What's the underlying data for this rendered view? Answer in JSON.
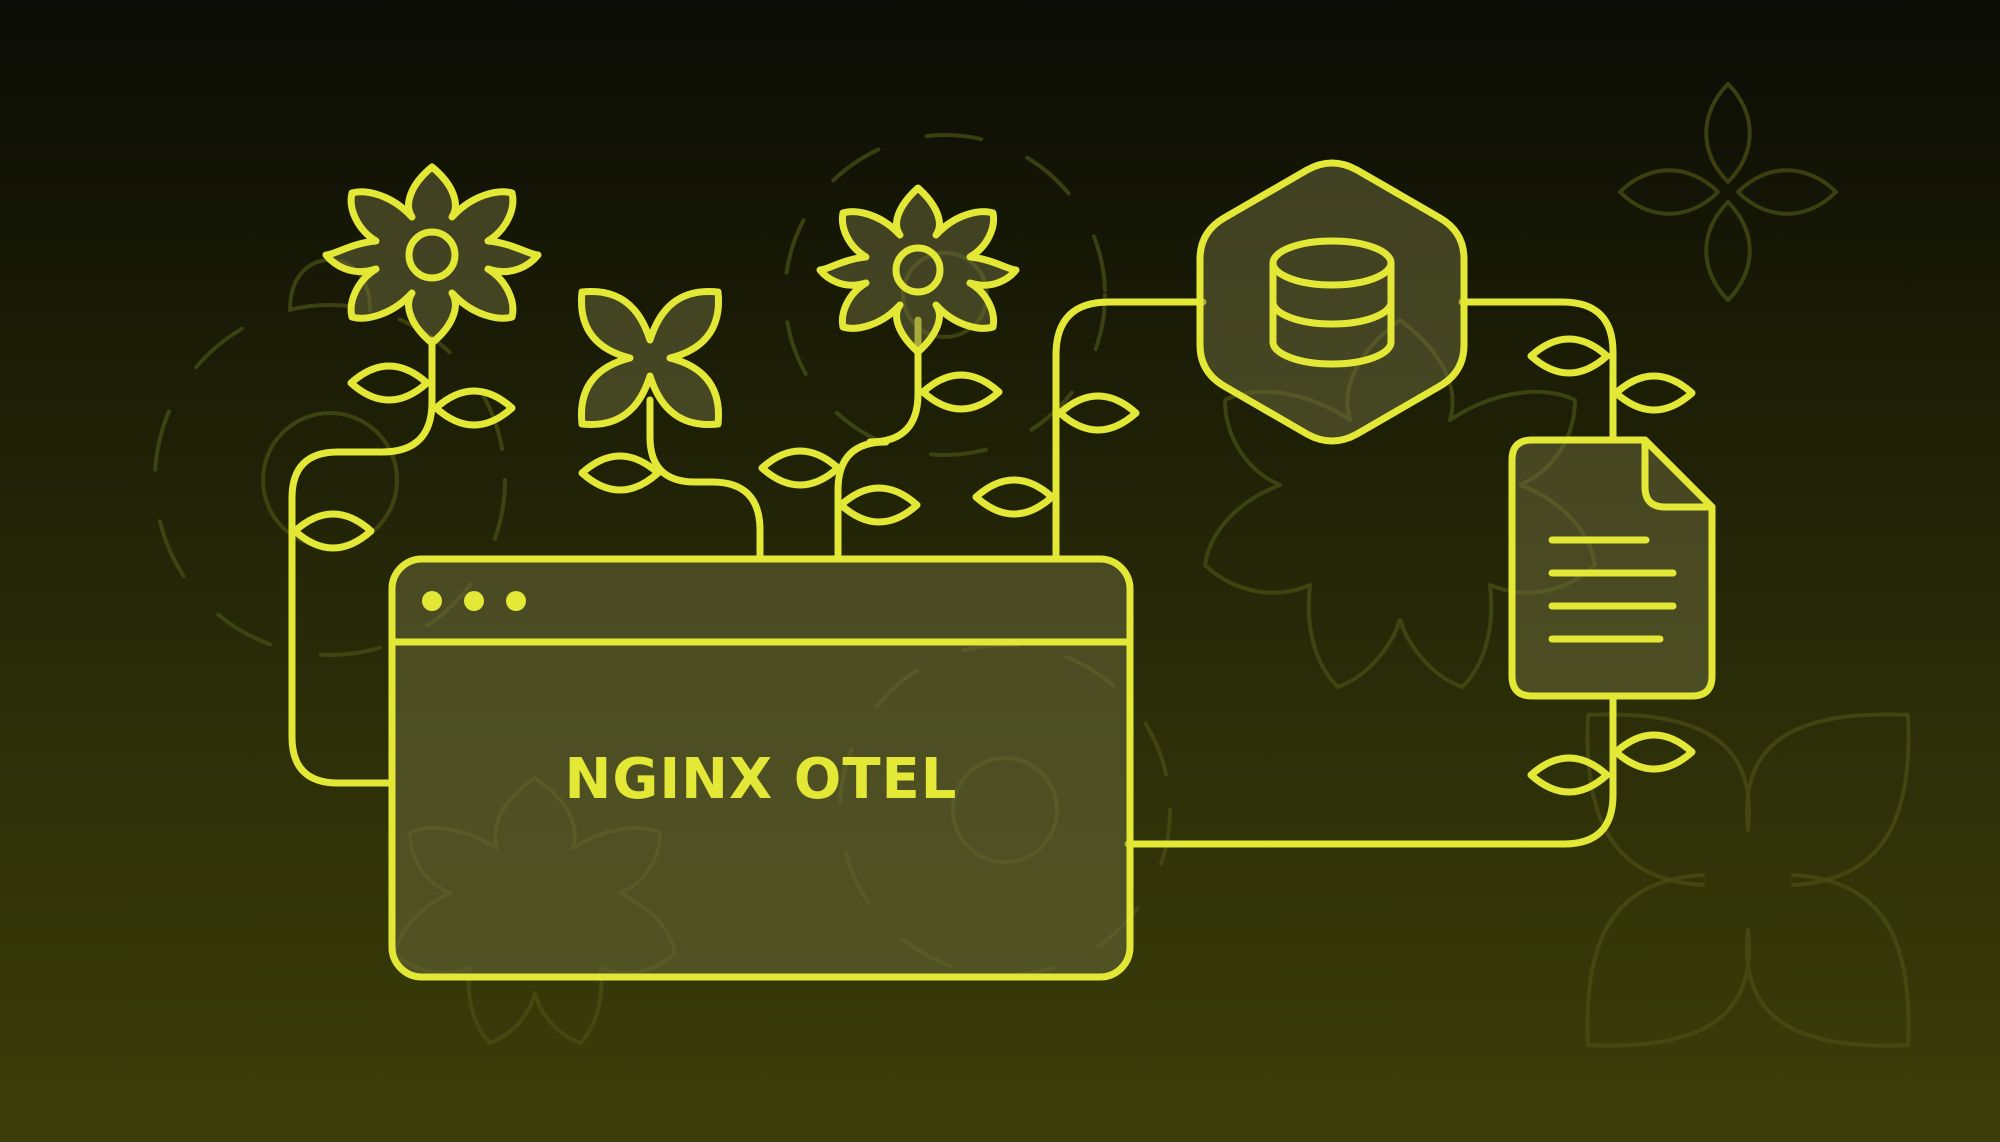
{
  "app_window": {
    "title": "NGINX OTEL",
    "dots": [
      "dot-1",
      "dot-2",
      "dot-3"
    ]
  },
  "icons": [
    "flower-icon",
    "clover-icon",
    "database-icon",
    "document-icon",
    "leaf-icon"
  ],
  "colors": {
    "accent": "#e3e836",
    "background_top": "#0b0c05",
    "background_bottom": "#3c3e09",
    "decor": "#4a4d14"
  }
}
